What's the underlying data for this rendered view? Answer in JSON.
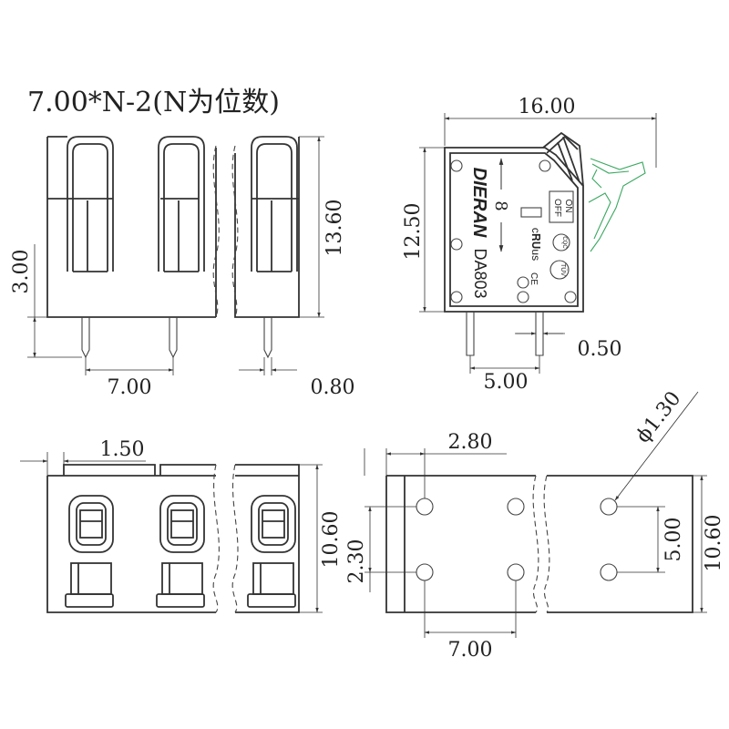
{
  "title_formula": "7.00*N-2(N为位数)",
  "front_view": {
    "dims": {
      "pitch": "7.00",
      "height": "13.60",
      "pin_length": "3.00",
      "pin_width": "0.80"
    }
  },
  "side_view": {
    "dims": {
      "width": "16.00",
      "height": "12.50",
      "pin_spacing": "5.00",
      "pin_width": "0.50"
    },
    "markings": {
      "brand": "DIERAN",
      "model": "DA803",
      "number": "8",
      "on_label": "ON",
      "off_label": "OFF",
      "cert_ul": "c𝐑𝐔us",
      "cert_cqc": "CQC",
      "cert_tuv": "TÜV",
      "cert_ce": "CE"
    }
  },
  "top_view": {
    "dims": {
      "edge_offset": "1.50",
      "height": "10.60"
    }
  },
  "pcb_layout": {
    "dims": {
      "edge_to_hole": "2.80",
      "hole_diameter": "ϕ1.30",
      "row_spacing": "5.00",
      "height": "10.60",
      "bottom_row_offset": "2.30",
      "pitch": "7.00"
    }
  },
  "colors": {
    "line": "#333333",
    "open_lever": "#3aa860"
  }
}
